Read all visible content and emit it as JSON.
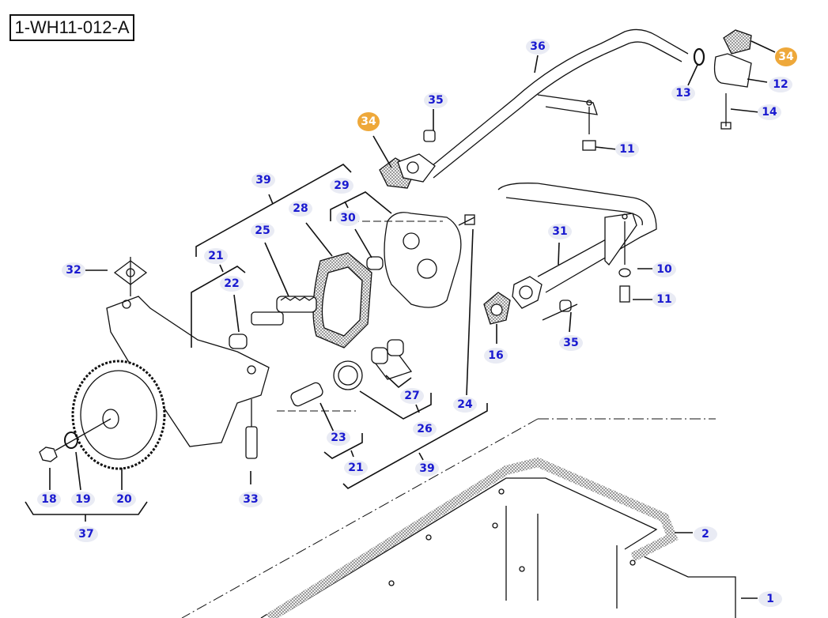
{
  "title": "1-WH11-012-A",
  "colors": {
    "callout_text": "#1a1ad0",
    "callout_bg": "#e9ebf4",
    "highlight_bg": "#eea83a",
    "line": "#111111"
  },
  "callouts": [
    {
      "id": "c36",
      "label": "36",
      "hl": false
    },
    {
      "id": "c34a",
      "label": "34",
      "hl": true
    },
    {
      "id": "c12",
      "label": "12",
      "hl": false
    },
    {
      "id": "c13",
      "label": "13",
      "hl": false
    },
    {
      "id": "c14",
      "label": "14",
      "hl": false
    },
    {
      "id": "c35a",
      "label": "35",
      "hl": false
    },
    {
      "id": "c34b",
      "label": "34",
      "hl": true
    },
    {
      "id": "c11a",
      "label": "11",
      "hl": false
    },
    {
      "id": "c39a",
      "label": "39",
      "hl": false
    },
    {
      "id": "c29",
      "label": "29",
      "hl": false
    },
    {
      "id": "c28",
      "label": "28",
      "hl": false
    },
    {
      "id": "c30",
      "label": "30",
      "hl": false
    },
    {
      "id": "c25",
      "label": "25",
      "hl": false
    },
    {
      "id": "c31",
      "label": "31",
      "hl": false
    },
    {
      "id": "c21a",
      "label": "21",
      "hl": false
    },
    {
      "id": "c32",
      "label": "32",
      "hl": false
    },
    {
      "id": "c22",
      "label": "22",
      "hl": false
    },
    {
      "id": "c10",
      "label": "10",
      "hl": false
    },
    {
      "id": "c11b",
      "label": "11",
      "hl": false
    },
    {
      "id": "c35b",
      "label": "35",
      "hl": false
    },
    {
      "id": "c16",
      "label": "16",
      "hl": false
    },
    {
      "id": "c27",
      "label": "27",
      "hl": false
    },
    {
      "id": "c24",
      "label": "24",
      "hl": false
    },
    {
      "id": "c26",
      "label": "26",
      "hl": false
    },
    {
      "id": "c23",
      "label": "23",
      "hl": false
    },
    {
      "id": "c21b",
      "label": "21",
      "hl": false
    },
    {
      "id": "c39b",
      "label": "39",
      "hl": false
    },
    {
      "id": "c18",
      "label": "18",
      "hl": false
    },
    {
      "id": "c19",
      "label": "19",
      "hl": false
    },
    {
      "id": "c20",
      "label": "20",
      "hl": false
    },
    {
      "id": "c33",
      "label": "33",
      "hl": false
    },
    {
      "id": "c37",
      "label": "37",
      "hl": false
    },
    {
      "id": "c2",
      "label": "2",
      "hl": false
    },
    {
      "id": "c1",
      "label": "1",
      "hl": false
    }
  ]
}
